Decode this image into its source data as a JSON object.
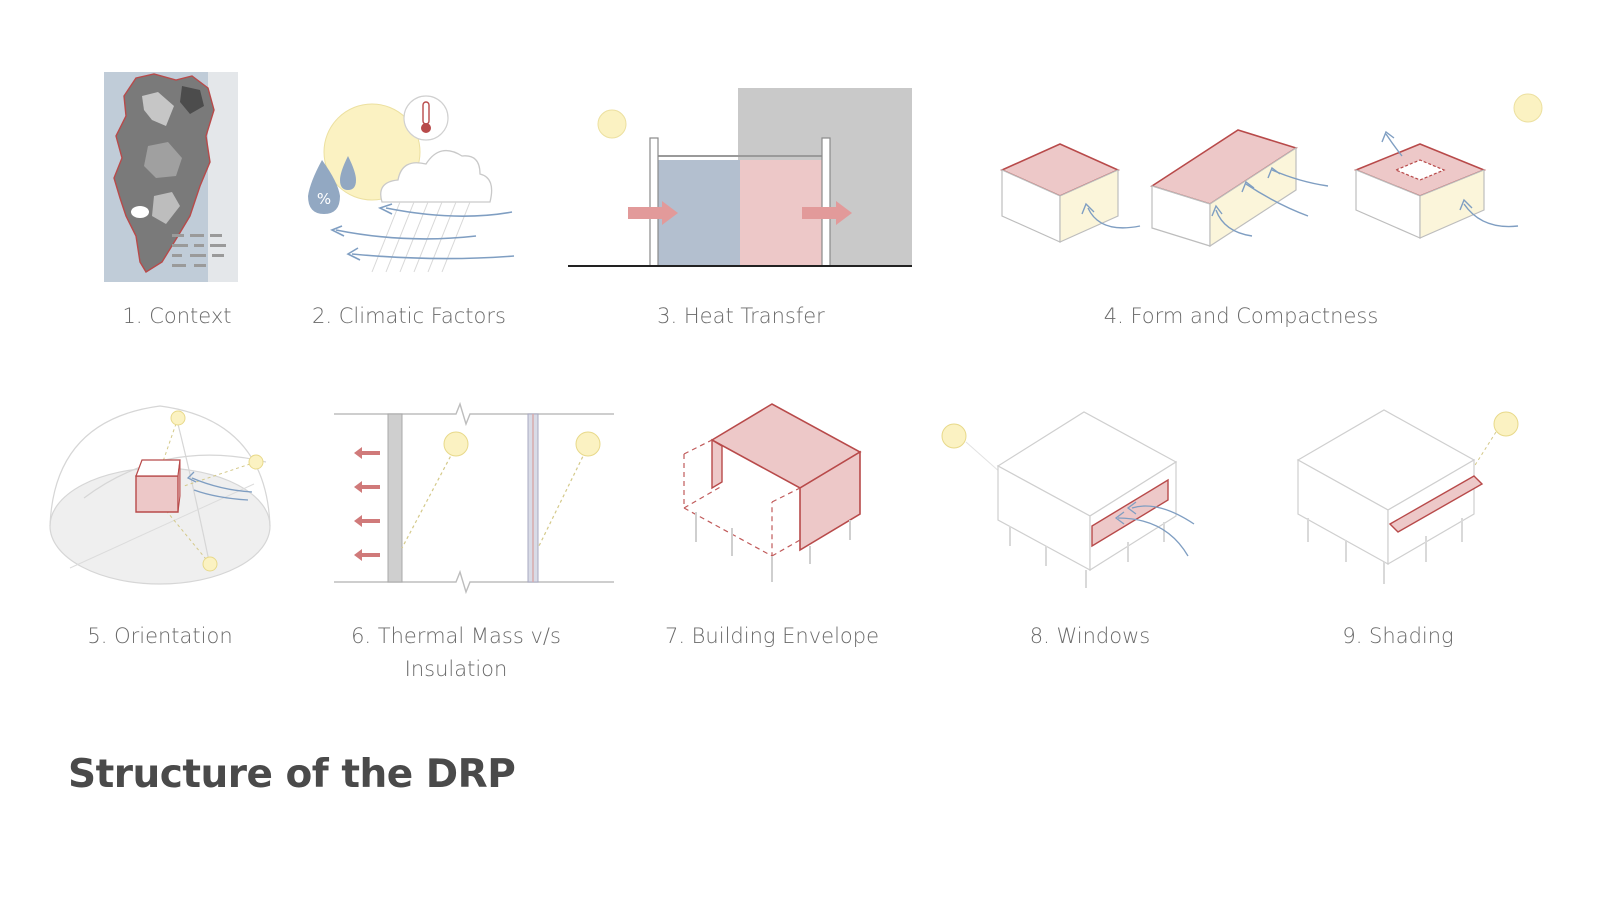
{
  "title": "Structure of the DRP",
  "colors": {
    "accent_red": "#b84a4a",
    "fill_pink": "#edc8c8",
    "fill_blue": "#b3bfcf",
    "sun_fill": "#fbf2c2",
    "sun_stroke": "#e8d98a",
    "wind_blue": "#7f9ec2",
    "wall_grey": "#c9c9c9",
    "caption": "#6a6a6a",
    "title": "#4a4a4a"
  },
  "panels": [
    {
      "id": "context",
      "caption": "1. Context",
      "icon": "city-map-icon"
    },
    {
      "id": "climatic",
      "caption": "2. Climatic Factors",
      "icon": "sun-cloud-rain-icon"
    },
    {
      "id": "heat",
      "caption": "3. Heat Transfer",
      "icon": "heat-transfer-section-icon"
    },
    {
      "id": "form",
      "caption": "4. Form and Compactness",
      "icon": "building-blocks-icon"
    },
    {
      "id": "orientation",
      "caption": "5. Orientation",
      "icon": "sun-path-dome-icon"
    },
    {
      "id": "thermal",
      "caption": "6. Thermal Mass v/s Insulation",
      "caption_lines": [
        "6. Thermal Mass v/s",
        "Insulation"
      ],
      "icon": "wall-section-icon"
    },
    {
      "id": "envelope",
      "caption": "7. Building Envelope",
      "icon": "envelope-box-icon"
    },
    {
      "id": "windows",
      "caption": "8. Windows",
      "icon": "window-box-icon"
    },
    {
      "id": "shading",
      "caption": "9. Shading",
      "icon": "shading-box-icon"
    }
  ]
}
